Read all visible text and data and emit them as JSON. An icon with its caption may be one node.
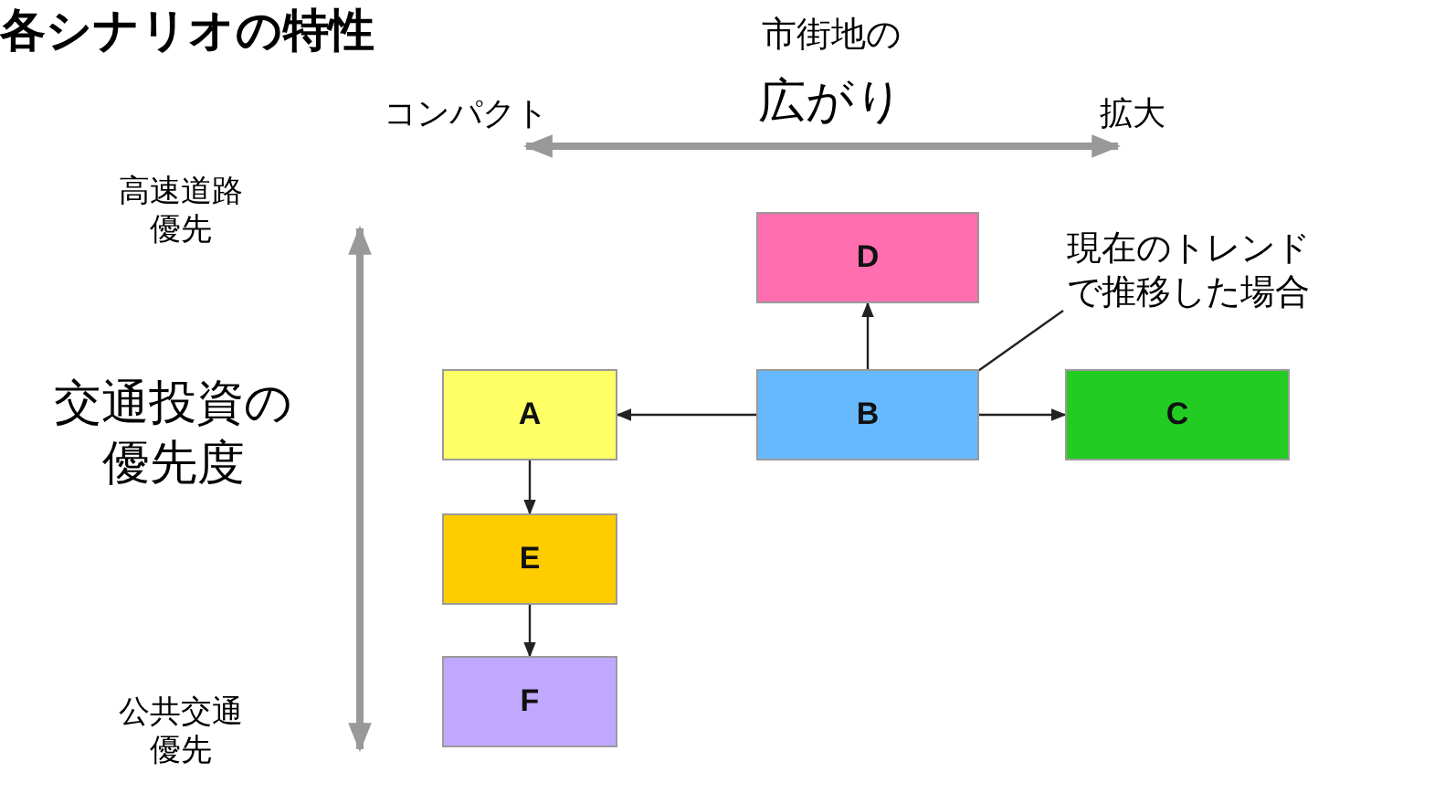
{
  "diagram": {
    "title": "各シナリオの特性",
    "nodes": [
      {
        "text": [
          "A"
        ]
      },
      {
        "text": [
          "B"
        ]
      },
      {
        "text": [
          "C"
        ]
      },
      {
        "text": [
          "D"
        ]
      },
      {
        "text": [
          "E"
        ]
      },
      {
        "text": [
          "F"
        ]
      },
      {
        "text": [
          "現在のトレンドで推移した場合"
        ]
      }
    ],
    "edges": [
      {
        "from": 1,
        "to": 0,
        "arrow": "to"
      },
      {
        "from": 1,
        "to": 2,
        "arrow": "to"
      },
      {
        "from": 1,
        "to": 3,
        "arrow": "to"
      },
      {
        "from": 0,
        "to": 4,
        "arrow": "to"
      },
      {
        "from": 4,
        "to": 5,
        "arrow": "to"
      },
      {
        "from": 6,
        "to": 1,
        "arrow": "none"
      }
    ],
    "labels": [
      "市街地の",
      "広がり",
      "コンパクト",
      "拡大",
      "高速道路優先",
      "交通投資の優先度",
      "公共交通優先"
    ]
  }
}
